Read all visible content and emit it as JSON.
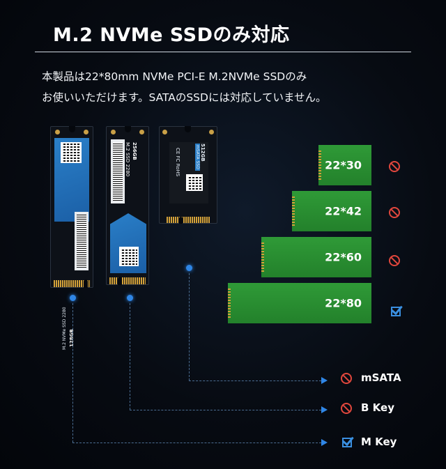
{
  "header": {
    "title": "M.2 NVMe SSDのみ対応"
  },
  "description": {
    "line1": "本製品は22*80mm NVMe PCI-E M.2NVMe SSDのみ",
    "line2": "お使いいただけます。SATAのSSDには対応していません。"
  },
  "ssd_labels": {
    "ssd1_model": "M.2 NVMe SSD 2280",
    "ssd1_capacity": "128GB",
    "ssd2_model": "M.2 SSD 2280",
    "ssd2_capacity": "256GB",
    "ssd3_model": "mSATA SSD",
    "ssd3_capacity": "512GB",
    "ssd3_cert": "CE FC RoHS"
  },
  "sizes": [
    {
      "label": "22*30",
      "status": "no"
    },
    {
      "label": "22*42",
      "status": "no"
    },
    {
      "label": "22*60",
      "status": "no"
    },
    {
      "label": "22*80",
      "status": "ok"
    }
  ],
  "keys": [
    {
      "label": "mSATA",
      "status": "no"
    },
    {
      "label": "B Key",
      "status": "no"
    },
    {
      "label": "M Key",
      "status": "ok"
    }
  ],
  "colors": {
    "accent": "#2f86e6",
    "no": "#e1473d",
    "ok": "#3a8fe0",
    "card_green": "#2f9a37"
  }
}
